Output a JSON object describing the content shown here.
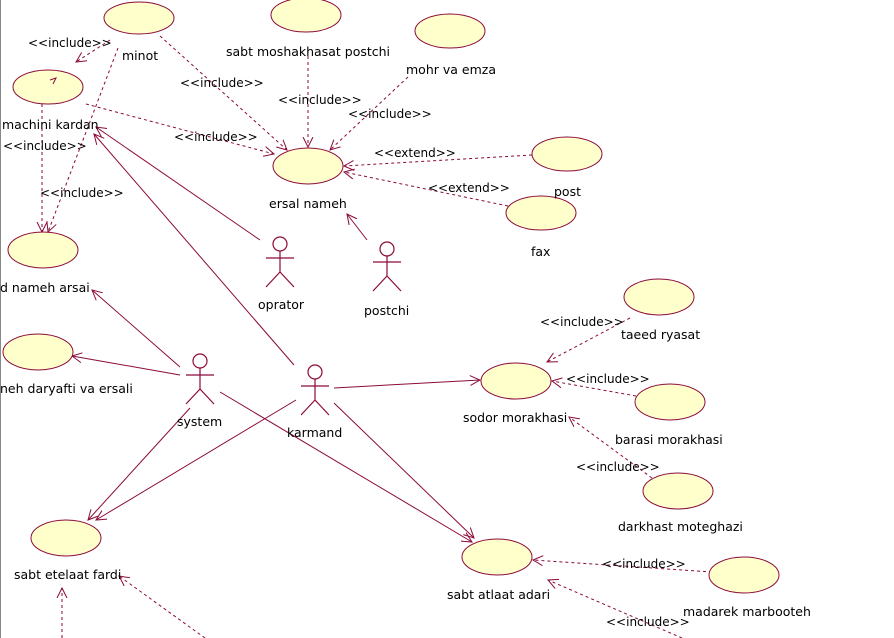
{
  "diagram": {
    "stereotypes": {
      "include": "<<include>>",
      "extend": "<<extend>>"
    },
    "use_cases": {
      "minot": "minot",
      "machini_kardan": "machini kardan",
      "sabt_moshakhasat_postchi": "sabt moshakhasat postchi",
      "mohr_va_emza": "mohr va emza",
      "ersal_nameh": "ersal nameh",
      "post": "post",
      "fax": "fax",
      "nameh_arsai": "d nameh arsai",
      "nameh_daryafti": "neh daryafti va ersali",
      "taeed_ryasat": "taeed ryasat",
      "sodor_morakhasi": "sodor morakhasi",
      "barasi_morakhasi": "barasi morakhasi",
      "darkhast_moteghazi": "darkhast moteghazi",
      "sabt_etelaat_fardi": "sabt etelaat fardi",
      "sabt_atlaat_adari": "sabt atlaat adari",
      "madarek_marbooteh": "madarek marbooteh"
    },
    "actors": {
      "oprator": "oprator",
      "postchi": "postchi",
      "system": "system",
      "karmand": "karmand"
    },
    "colors": {
      "use_case_fill": "#ffffcc",
      "line": "#8b0a3a",
      "text": "#000000",
      "background": "#ffffff"
    }
  }
}
